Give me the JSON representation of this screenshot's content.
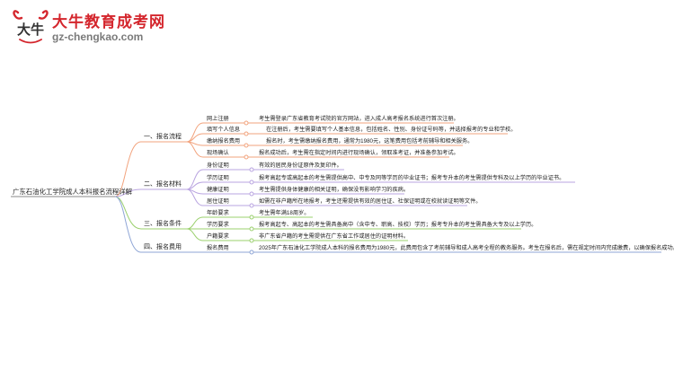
{
  "logo": {
    "title": "大牛教育成考网",
    "url": "gz-chengkao.com",
    "mark": "大牛"
  },
  "root": "广东石油化工学院成人本科报名流程详解",
  "colors": {
    "c1": "#f2a37d",
    "c2": "#b9a4e0",
    "c3": "#9bd06e",
    "c4": "#8fa6d6",
    "logo_red": "#d4262d"
  },
  "categories": [
    {
      "label": "一、报名流程",
      "items": [
        {
          "label": "网上注册",
          "text": "考生需登录广东省教育考试院的官方网站，进入成人高考报名系统进行首次注册。"
        },
        {
          "label": "填写个人信息",
          "text": "在注册后，考生需要填写个人基本信息，包括姓名、性别、身份证号码等，并选择报考的专业和学校。"
        },
        {
          "label": "缴纳报名费用",
          "text": "报名时，考生需缴纳报名费用，通常为1980元，这笔费用包括考前辅导和相关服务。"
        },
        {
          "label": "现场确认",
          "text": "报名成功后，考生需在指定时间内进行现场确认，领取准考证，并准备参加考试。"
        }
      ]
    },
    {
      "label": "二、报名材料",
      "items": [
        {
          "label": "身份证明",
          "text": "有效的居民身份证原件及复印件。"
        },
        {
          "label": "学历证明",
          "text": "报考高起专或高起本的考生需提供高中、中专及同等学历的毕业证书；报考专升本的考生需提供专科及以上学历的毕业证书。"
        },
        {
          "label": "健康证明",
          "text": "考生需提供身体健康的相关证明，确保没有影响学习的疾病。"
        },
        {
          "label": "居住证明",
          "text": "如需在非户籍所在地报考，考生还需提供有效的居住证、社保证明或在校就读证明等文件。"
        }
      ]
    },
    {
      "label": "三、报名条件",
      "items": [
        {
          "label": "年龄要求",
          "text": "考生需年满18周岁。"
        },
        {
          "label": "学历要求",
          "text": "报考高起专、高起本的考生需具备高中（含中专、职高、技校）学历；报考专升本的考生需具备大专及以上学历。"
        },
        {
          "label": "户籍要求",
          "text": "非广东省户籍的考生需提供在广东省工作或居住的证明材料。"
        }
      ]
    },
    {
      "label": "四、报名费用",
      "items": [
        {
          "label": "报名费用",
          "text": "2025年广东石油化工学院成人本科的报名费用为1980元，此费用包含了考前辅导和成人高考全程的教务服务。考生在报名后，需在规定时间内完成缴费，以确保报名成功。"
        }
      ]
    }
  ]
}
